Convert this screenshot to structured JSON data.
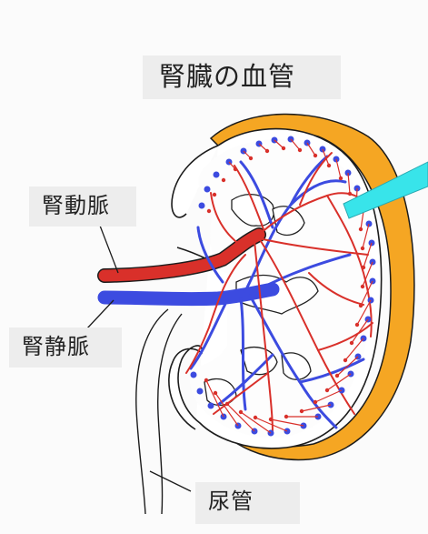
{
  "title": "腎臓の血管",
  "labels": {
    "renal_artery": "腎動脈",
    "renal_vein": "腎静脈",
    "ureter": "尿管"
  },
  "colors": {
    "artery": "#d9302a",
    "vein": "#3c4be0",
    "capsule": "#f5a623",
    "pointer": "#38e4ea",
    "label_bg": "#ededed"
  }
}
